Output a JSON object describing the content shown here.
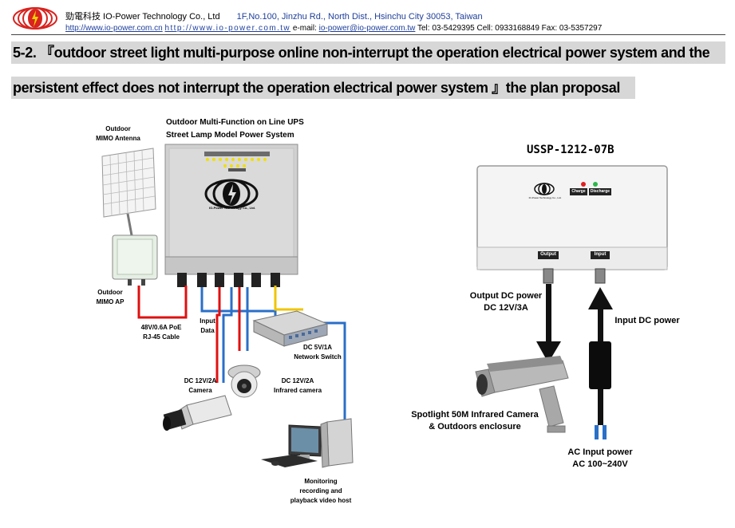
{
  "header": {
    "company_name": "勁電科技 IO-Power Technology Co., Ltd",
    "address": "1F,No.100, Jinzhu Rd., North Dist., Hsinchu City 30053, Taiwan",
    "url1": "http://www.io-power.com.cn",
    "url2": "http://www.io-power.com.tw",
    "email_label": "e-mail:",
    "email": "io-power@io-power.com.tw",
    "phones": "Tel: 03-5429395 Cell: 0933168849 Fax: 03-5357297"
  },
  "section": {
    "title_line1": "5-2. 『outdoor street light multi-purpose online non-interrupt the operation electrical power system and the",
    "title_line2": "persistent effect does not interrupt the operation electrical power system 』the plan proposal"
  },
  "left_diagram": {
    "box_title_line1": "Outdoor Multi-Function on Line UPS",
    "box_title_line2": "Street Lamp Model Power System",
    "brand_on_box": "IO-Power Technology Co., Ltd.",
    "antenna_label": [
      "Outdoor",
      "MIMO Antenna"
    ],
    "ap_label": [
      "Outdoor",
      "MIMO AP"
    ],
    "poe_label": [
      "48V/0.6A PoE",
      "RJ-45 Cable"
    ],
    "input_data_label": [
      "Input",
      "Data"
    ],
    "switch_label": [
      "DC 5V/1A",
      "Network Switch"
    ],
    "camera_label": [
      "DC 12V/2A",
      "Camera"
    ],
    "ir_camera_label": [
      "DC 12V/2A",
      "Infrared camera"
    ],
    "host_label": [
      "Monitoring",
      "recording and",
      "playback video host"
    ]
  },
  "right_diagram": {
    "model": "USSP-1212-07B",
    "charge_label": "Charge",
    "discharge_label": "Discharge",
    "brand_small": "IO-Power Technology Co., Ltd.",
    "output_tag": "Output",
    "input_tag": "Input",
    "output_power_label": [
      "Output DC power",
      "DC 12V/3A"
    ],
    "input_power_label": "Input DC power",
    "camera_label": [
      "Spotlight 50M Infrared Camera",
      "& Outdoors enclosure"
    ],
    "ac_label": [
      "AC Input power",
      "AC 100~240V"
    ]
  },
  "colors": {
    "link": "#1f3f9a",
    "band_bg": "#d7d7d7",
    "logo_red": "#d8231f",
    "poe_red": "#e01010",
    "data_blue": "#2a6fc8",
    "yellow": "#f0c400",
    "charge_led": "#e02020",
    "discharge_led": "#2db84a"
  }
}
